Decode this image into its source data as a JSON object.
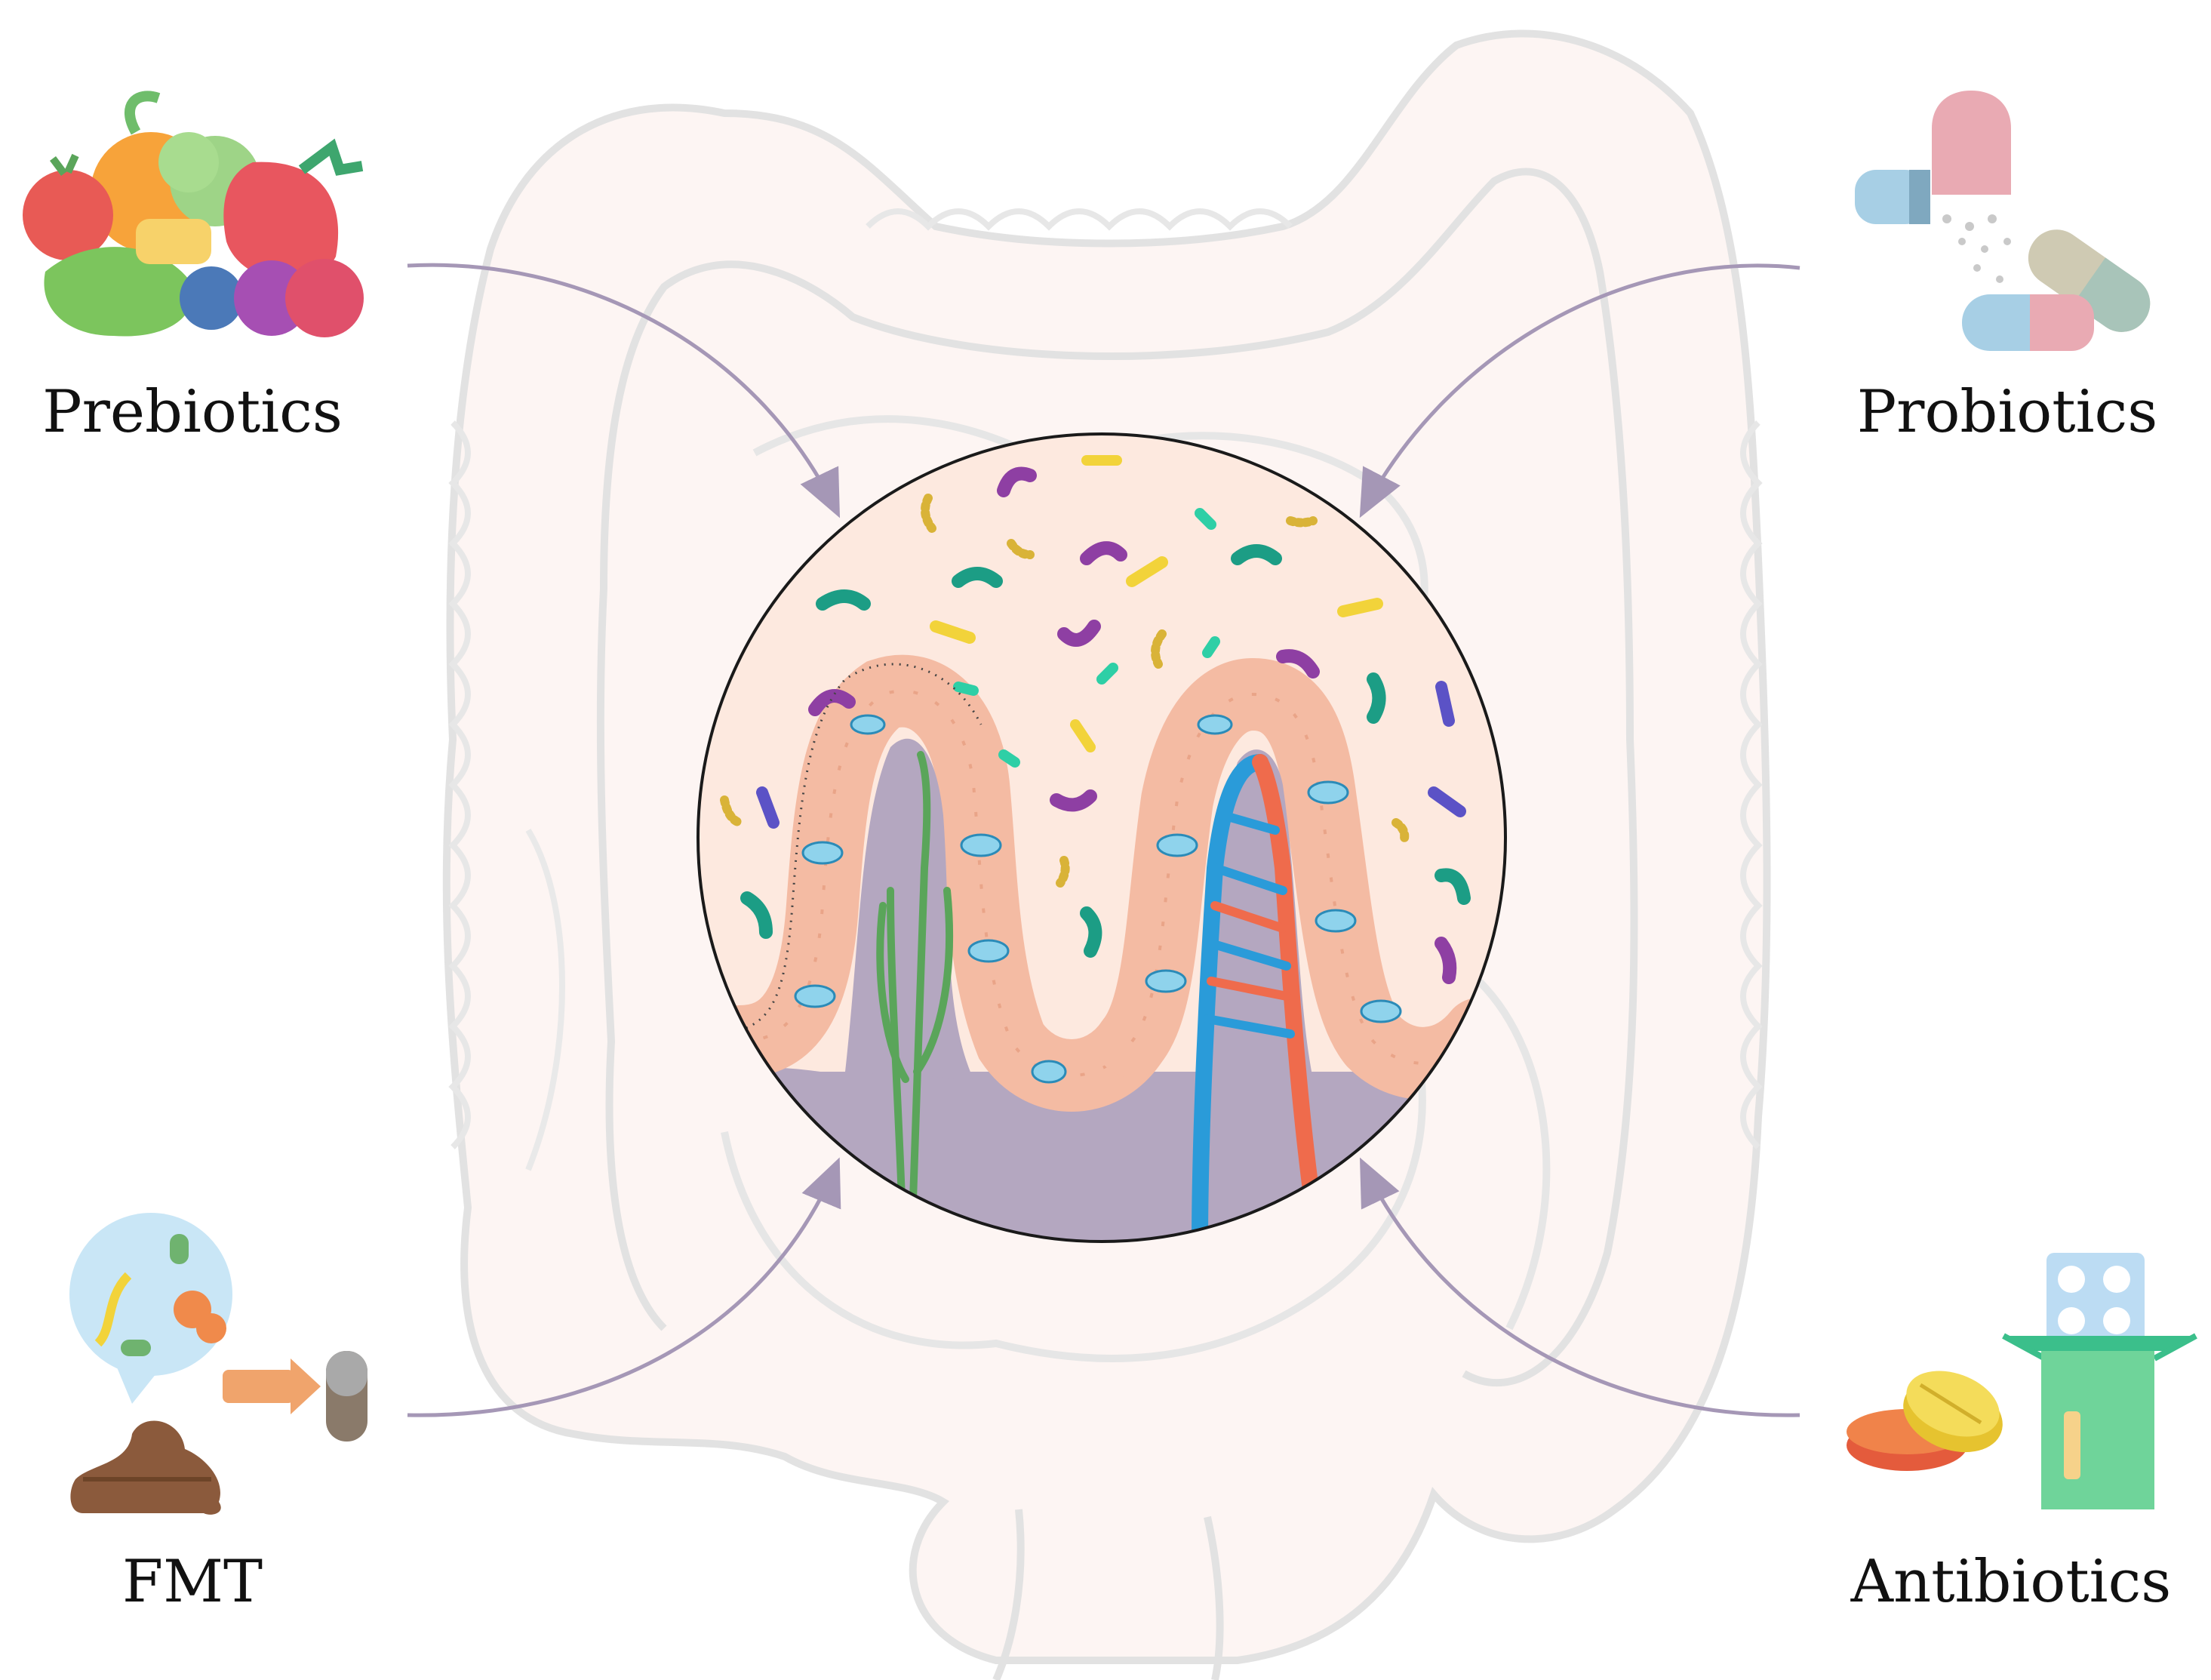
{
  "labels": {
    "prebiotics": "Prebiotics",
    "probiotics": "Probiotics",
    "fmt": "FMT",
    "antibiotics": "Antibiotics"
  },
  "icons": {
    "prebiotics": "fruits-vegetables-icon",
    "probiotics": "capsules-icon",
    "fmt": "stool-to-capsule-icon",
    "antibiotics": "pills-and-box-icon"
  },
  "colors": {
    "arrow": "#a597b6",
    "intestine_fill": "#fdf3f0",
    "intestine_stroke": "#dcdcdc",
    "lumen": "#fde9df",
    "epithelium": "#f8c4ad",
    "goblet": "#8fd3ec",
    "lamina": "#b4a7c0",
    "lacteal": "#6fb36f",
    "vein": "#2a9bd9",
    "artery": "#ef6b4c"
  }
}
